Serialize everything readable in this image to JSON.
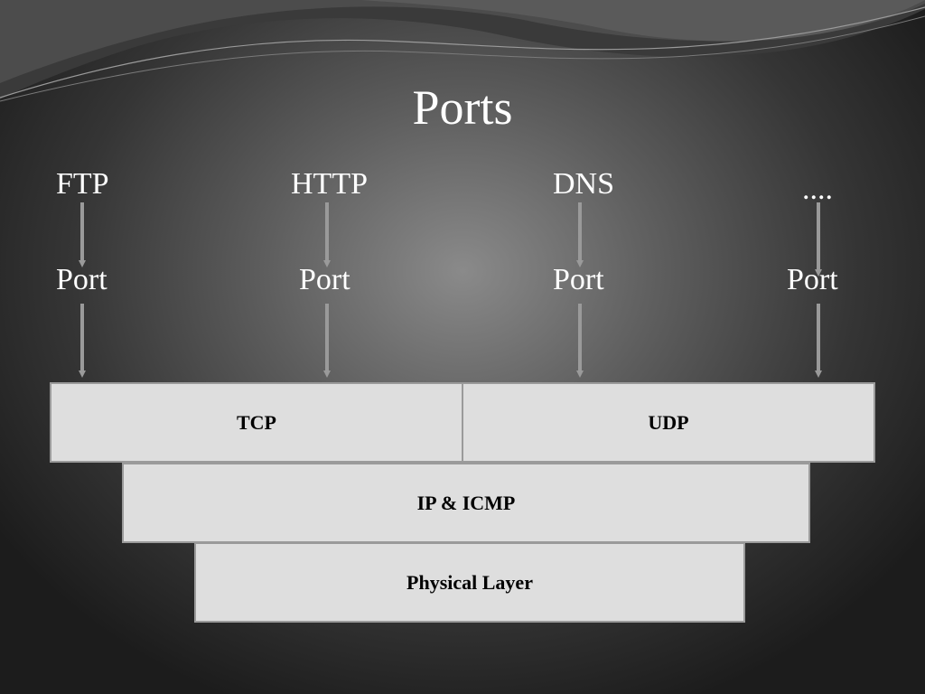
{
  "title": "Ports",
  "protocols": [
    "FTP",
    "HTTP",
    "DNS",
    "...."
  ],
  "port_label": "Port",
  "transport": {
    "left": "TCP",
    "right": "UDP"
  },
  "network_layer": "IP & ICMP",
  "physical_layer": "Physical Layer",
  "colors": {
    "box_fill": "#dedede",
    "box_border": "#9a9a9a",
    "arrow": "#9a9a9a"
  }
}
